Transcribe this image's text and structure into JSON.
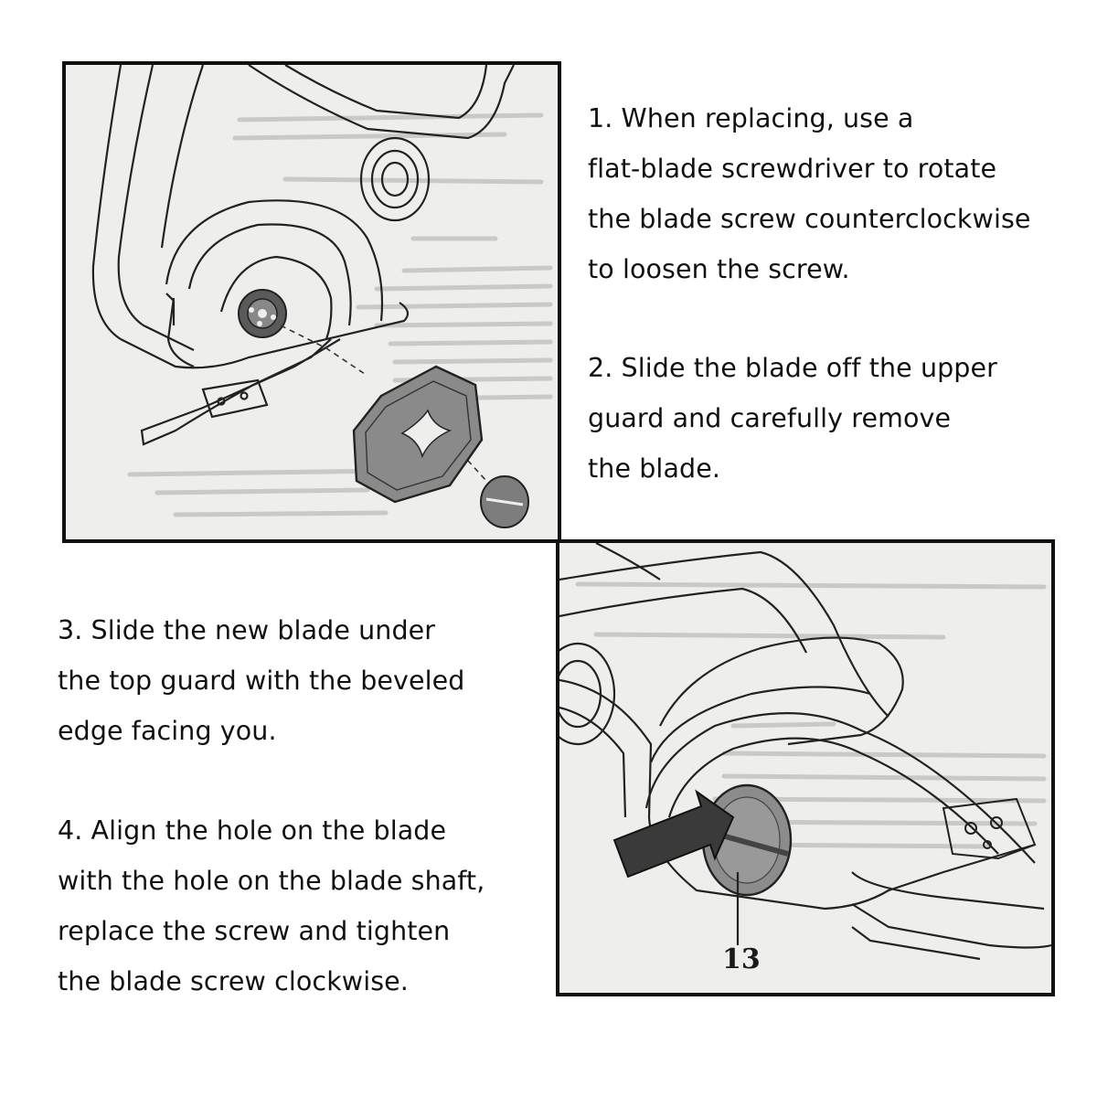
{
  "steps": [
    {
      "id": "1",
      "text": "1. When replacing, use a\nflat-blade screwdriver to rotate\nthe blade screw counterclockwise\nto loosen the screw."
    },
    {
      "id": "2",
      "text": "2. Slide the blade off the upper\nguard and carefully remove\nthe blade."
    },
    {
      "id": "3",
      "text": "3. Slide the new blade under\nthe top guard with the beveled\nedge facing you."
    },
    {
      "id": "4",
      "text": "4. Align the hole on the blade\nwith the hole on the blade shaft,\nreplace the screw and tighten\nthe blade screw clockwise."
    }
  ],
  "illustrations": {
    "top": {
      "subject": "blade-removal-diagram"
    },
    "bottom": {
      "subject": "screw-tightening-diagram",
      "callout_number": "13"
    }
  },
  "colors": {
    "text": "#111111",
    "border": "#111111",
    "panel_background": "#eeeeec",
    "blade_fill": "#8a8a8a"
  }
}
